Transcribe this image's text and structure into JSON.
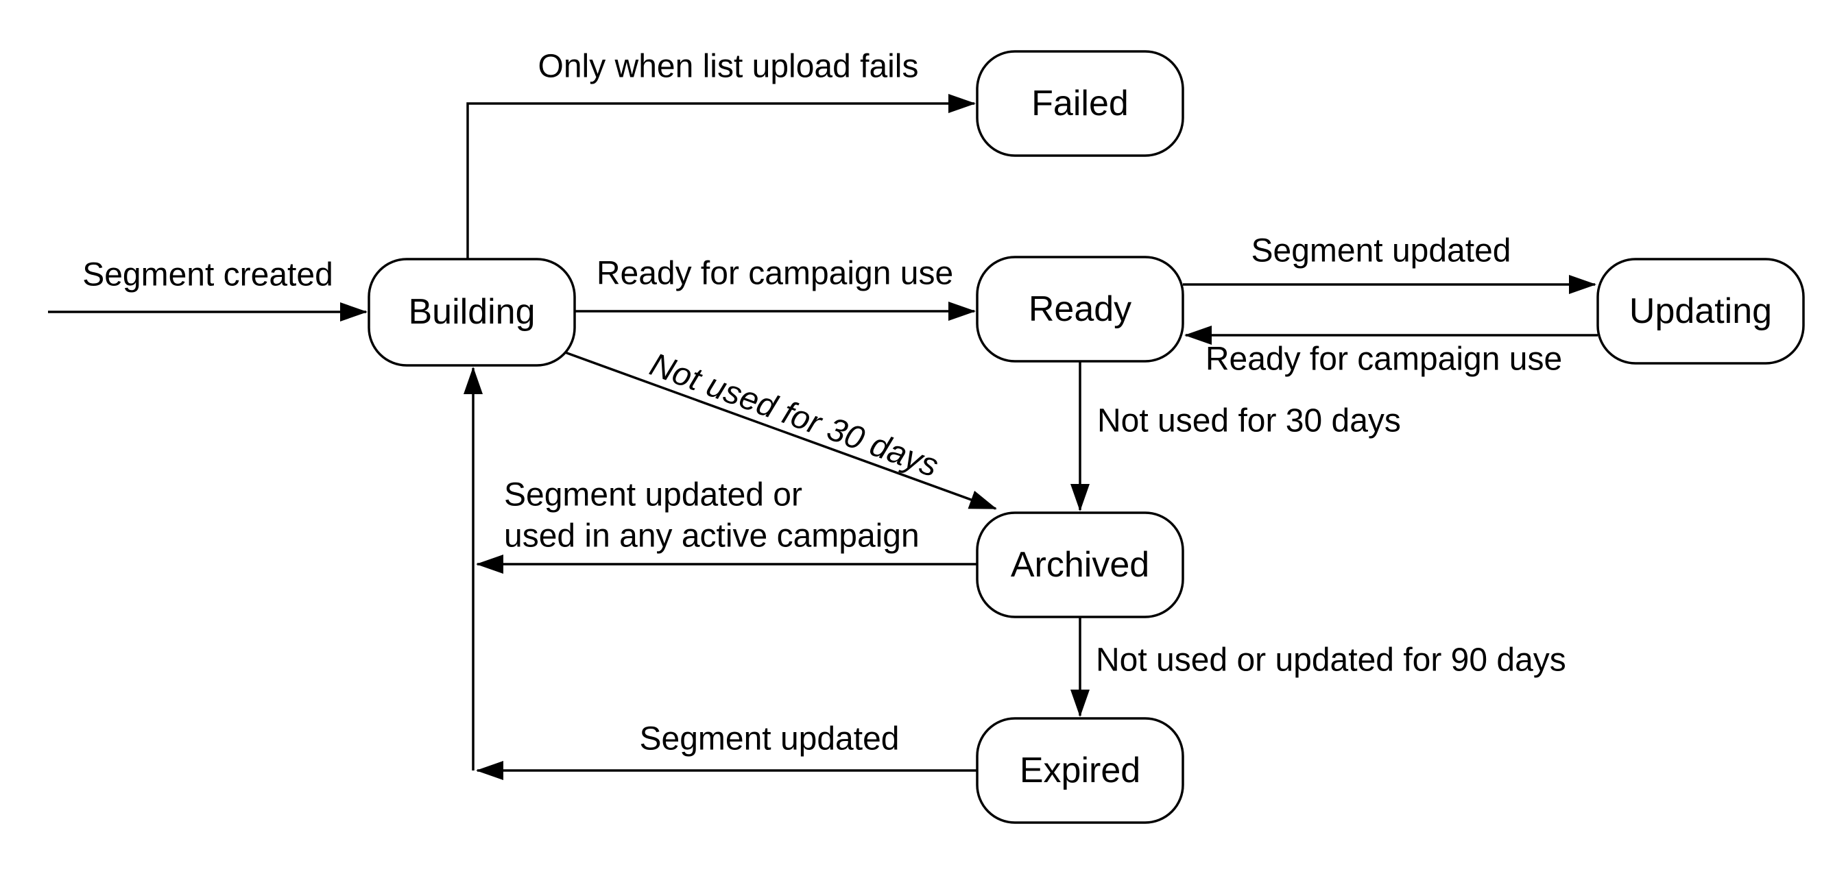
{
  "diagram": {
    "colors": {
      "background": "#ffffff",
      "line": "#000000",
      "text": "#000000",
      "node_fill": "#ffffff"
    },
    "nodes": {
      "failed": {
        "label": "Failed"
      },
      "building": {
        "label": "Building"
      },
      "ready": {
        "label": "Ready"
      },
      "updating": {
        "label": "Updating"
      },
      "archived": {
        "label": "Archived"
      },
      "expired": {
        "label": "Expired"
      }
    },
    "edges": {
      "start_to_building": {
        "label": "Segment created"
      },
      "building_to_failed": {
        "label": "Only when list upload fails"
      },
      "building_to_ready": {
        "label": "Ready for campaign use"
      },
      "ready_to_updating": {
        "label": "Segment updated"
      },
      "updating_to_ready": {
        "label": "Ready for campaign use"
      },
      "building_to_archived": {
        "label": "Not used for 30 days"
      },
      "ready_to_archived": {
        "label": "Not used for 30 days"
      },
      "archived_to_building": {
        "label_line1": "Segment updated or",
        "label_line2": "used in any active campaign"
      },
      "archived_to_expired": {
        "label": "Not used or updated for 90 days"
      },
      "expired_to_building": {
        "label": "Segment updated"
      }
    }
  }
}
